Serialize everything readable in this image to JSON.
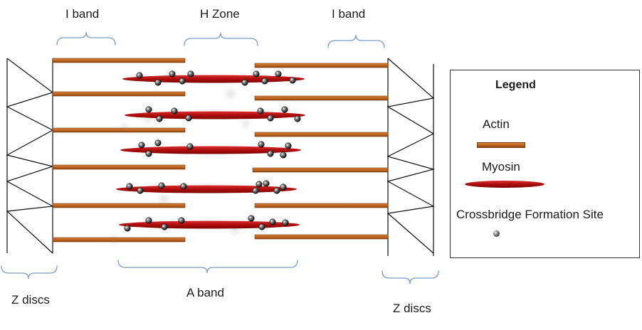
{
  "labels": {
    "i_band_left": "I band",
    "h_zone": "H Zone",
    "i_band_right": "I band",
    "a_band": "A band",
    "z_discs_left": "Z discs",
    "z_discs_right": "Z discs"
  },
  "legend": {
    "title": "Legend",
    "actin": "Actin",
    "myosin": "Myosin",
    "crossbridge": "Crossbridge  Formation Site"
  },
  "colors": {
    "actin": "#c0661f",
    "myosin": "#b30d0d",
    "z_disc": "#111111",
    "bracket": "#7a9cc6",
    "crossbridge": "#222222"
  }
}
